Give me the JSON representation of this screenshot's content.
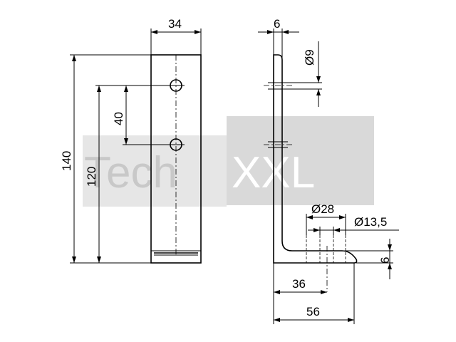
{
  "watermark": {
    "part1": "Tech",
    "part2": "XXL",
    "gray_color": "#c8c8c8",
    "box_color": "#d9d9d9"
  },
  "front_view": {
    "width_label": "34",
    "height_label": "140",
    "hole_distance_label": "120",
    "hole_spacing_label": "40"
  },
  "side_view": {
    "thickness_top_label": "6",
    "hole_dia_small_label": "Ø9",
    "hole_dia_large_label": "Ø28",
    "hole_dia_base_label": "Ø13,5",
    "base_thickness_label": "6",
    "hole_position_label": "36",
    "base_length_label": "56"
  }
}
